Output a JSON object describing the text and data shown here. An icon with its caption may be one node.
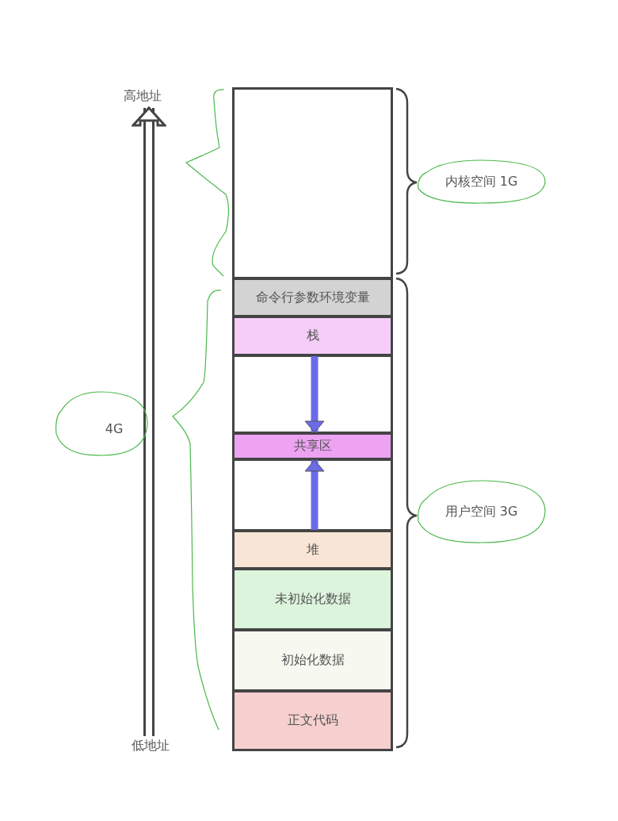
{
  "diagram": {
    "nodes": [
      {
        "text": [
          "高地址"
        ]
      },
      {
        "text": [],
        "shape": "box"
      },
      {
        "text": [
          "内核空间 1G"
        ]
      },
      {
        "text": [
          "命令行参数环境变量"
        ]
      },
      {
        "text": [
          "栈"
        ]
      },
      {
        "text": [
          "4G"
        ]
      },
      {
        "text": [
          "共享区"
        ]
      },
      {
        "text": [
          "用户空间 3G"
        ]
      },
      {
        "text": [
          "堆"
        ]
      },
      {
        "text": [
          "未初始化数据"
        ]
      },
      {
        "text": [
          "初始化数据"
        ]
      },
      {
        "text": [
          "正文代码"
        ]
      },
      {
        "text": [
          "低地址"
        ]
      }
    ],
    "edges": [
      {
        "from": 12,
        "to": 0,
        "arrow": "to"
      },
      {
        "from": 4,
        "to": 6,
        "arrow": "to",
        "color": "#6b6be8"
      },
      {
        "from": 8,
        "to": 6,
        "arrow": "to",
        "color": "#6b6be8"
      }
    ]
  }
}
